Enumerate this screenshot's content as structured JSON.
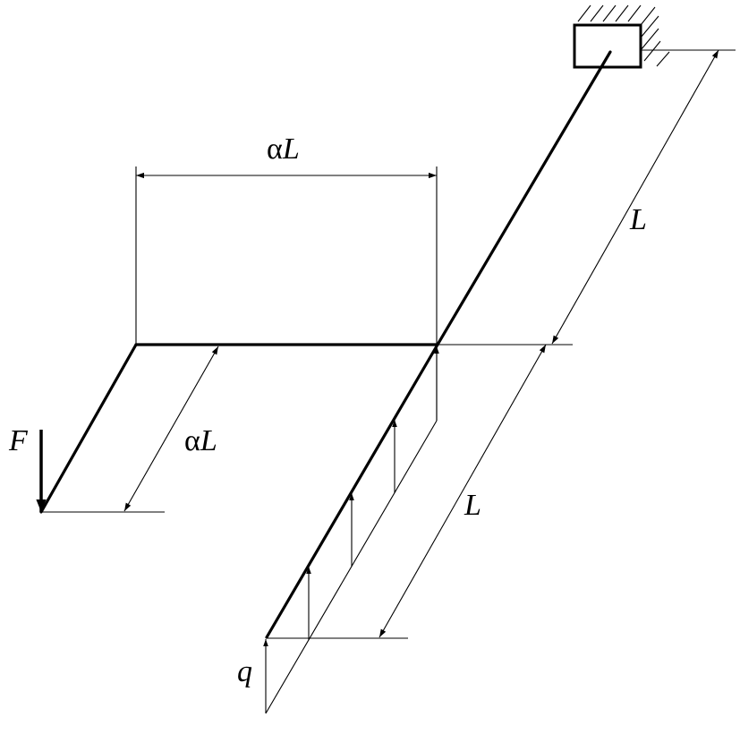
{
  "diagram": {
    "labels": {
      "alpha_L_top": {
        "greek": "α",
        "var": "L"
      },
      "alpha_L_side": {
        "greek": "α",
        "var": "L"
      },
      "L_upper": "L",
      "L_lower": "L",
      "force": "F",
      "distributed_load": "q"
    },
    "distributed_load_arrow_count": 5
  }
}
